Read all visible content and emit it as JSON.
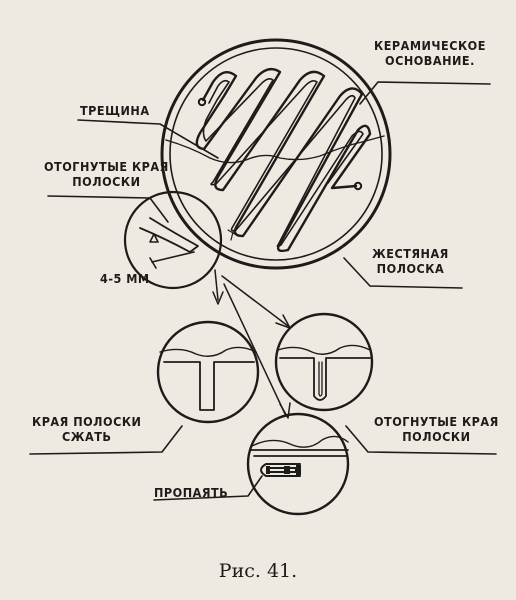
{
  "labels": {
    "ceramic_base": [
      "КЕРАМИЧЕСКОЕ",
      "ОСНОВАНИЕ."
    ],
    "crack": "ТРЕЩИНА",
    "bent_edges_top": [
      "ОТОГНУТЫЕ КРАЯ",
      "ПОЛОСКИ"
    ],
    "dimension": "4-5 ММ",
    "tin_strip": [
      "ЖЕСТЯНАЯ",
      "ПОЛОСКА"
    ],
    "squeeze_edges": [
      "КРАЯ ПОЛОСКИ",
      "СЖАТЬ"
    ],
    "bent_edges_bottom": [
      "ОТОГНУТЫЕ КРАЯ",
      "ПОЛОСКИ"
    ],
    "solder": "ПРОПАЯТЬ"
  },
  "caption": "Рис. 41.",
  "colors": {
    "ink": "#1e1c1a",
    "paper": "#eeeae2"
  }
}
